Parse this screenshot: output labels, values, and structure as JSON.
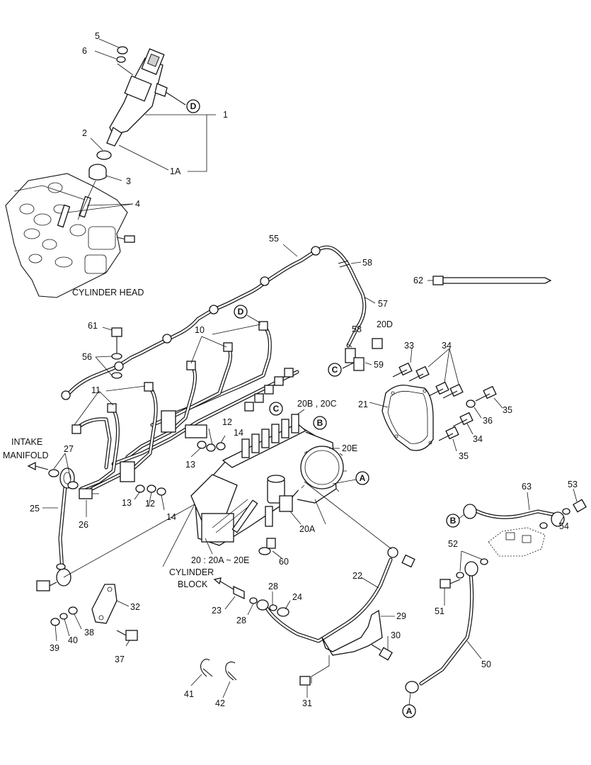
{
  "captions": {
    "cylinder_head": "CYLINDER HEAD",
    "intake_manifold_1": "INTAKE",
    "intake_manifold_2": "MANIFOLD",
    "cylinder_block_1": "CYLINDER",
    "cylinder_block_2": "BLOCK",
    "pump_range": "20 : 20A ~ 20E",
    "pump_sub": "20B , 20C"
  },
  "connectors": [
    "A",
    "B",
    "C",
    "D"
  ],
  "part_numbers": [
    "1",
    "1A",
    "2",
    "3",
    "4",
    "5",
    "6",
    "10",
    "11",
    "12",
    "13",
    "14",
    "20A",
    "20D",
    "20E",
    "21",
    "22",
    "23",
    "24",
    "25",
    "26",
    "27",
    "28",
    "29",
    "30",
    "31",
    "32",
    "33",
    "34",
    "35",
    "36",
    "37",
    "38",
    "39",
    "40",
    "41",
    "42",
    "50",
    "51",
    "52",
    "53",
    "54",
    "55",
    "56",
    "57",
    "58",
    "59",
    "60",
    "61",
    "62",
    "63"
  ]
}
